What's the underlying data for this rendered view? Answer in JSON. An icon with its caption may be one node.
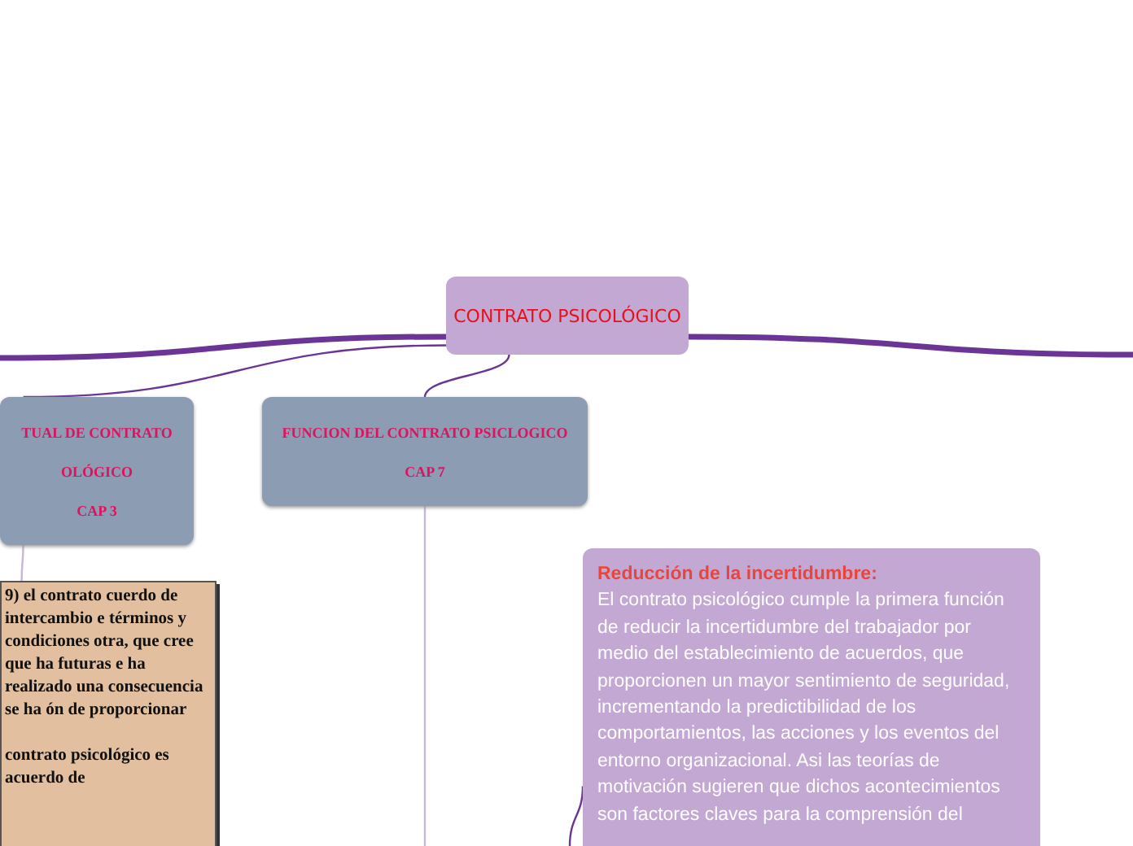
{
  "diagram": {
    "nodes": [
      {
        "text": [
          "CONTRATO PSICOLÓGICO"
        ]
      },
      {
        "text": [
          "TUAL DE CONTRATO",
          "OLÓGICO",
          "CAP  3"
        ]
      },
      {
        "text": [
          "FUNCION DEL CONTRATO PSICLOGICO",
          "CAP  7"
        ]
      },
      {
        "text": [
          "9) el contrato cuerdo de intercambio e términos y condiciones otra, que cree que ha futuras e ha realizado una consecuencia se ha ón de proporcionar",
          "contrato psicológico es acuerdo de"
        ]
      },
      {
        "text": [
          "Reducción de la incertidumbre:",
          "El contrato psicológico cumple la primera función de reducir la incertidumbre del trabajador por medio del establecimiento de acuerdos, que proporcionen un mayor sentimiento de seguridad, incrementando la predictibilidad de los comportamientos, las acciones y los eventos del entorno organizacional. Asi las teorías de motivación sugieren que dichos acontecimientos son factores claves para la comprensión del"
        ]
      }
    ],
    "edges": [
      {
        "from": 0,
        "to": 1,
        "arrow": "none"
      },
      {
        "from": 0,
        "to": 2,
        "arrow": "none"
      },
      {
        "from": 0,
        "to": null,
        "arrow": "none",
        "style": "thick"
      },
      {
        "from": 0,
        "to": null,
        "arrow": "none",
        "style": "thick"
      },
      {
        "from": 2,
        "to": null,
        "arrow": "none",
        "color": "#c9b6d6"
      },
      {
        "from": 1,
        "to": 3,
        "arrow": "none",
        "color": "#c9b6d6"
      },
      {
        "from": null,
        "to": 4,
        "arrow": "none"
      }
    ]
  }
}
